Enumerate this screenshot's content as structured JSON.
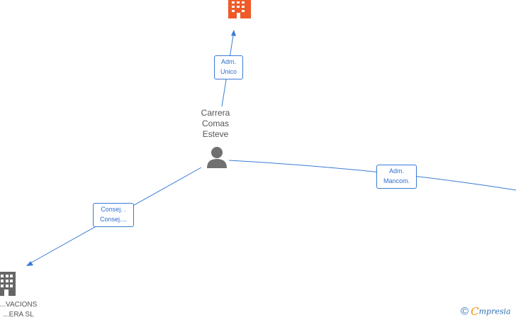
{
  "colors": {
    "edge": "#3a7bd5",
    "highlight_company": "#f05a28",
    "company": "#666666",
    "person": "#707070",
    "text": "#555555",
    "brand_accent": "#f39200"
  },
  "person": {
    "icon": "person-icon",
    "name_lines": [
      "Carrera",
      "Comas",
      "Esteve"
    ]
  },
  "companies": [
    {
      "id": "top",
      "icon": "building-icon",
      "highlighted": true
    },
    {
      "id": "bottom-left",
      "icon": "building-icon",
      "highlighted": false,
      "name_lines": [
        "...VACIONS",
        "...ERA SL"
      ]
    }
  ],
  "edges": [
    {
      "id": "adm-unico",
      "label_lines": [
        "Adm.",
        "Unico"
      ],
      "target": "top"
    },
    {
      "id": "consej",
      "label_lines": [
        "Consej. .",
        "Consej...."
      ],
      "target": "bottom-left"
    },
    {
      "id": "adm-mancom",
      "label_lines": [
        "Adm.",
        "Mancom."
      ],
      "target": "offscreen-right"
    }
  ],
  "watermark": {
    "copyright": "©",
    "brand_first": "C",
    "brand_rest": "mpresia"
  }
}
